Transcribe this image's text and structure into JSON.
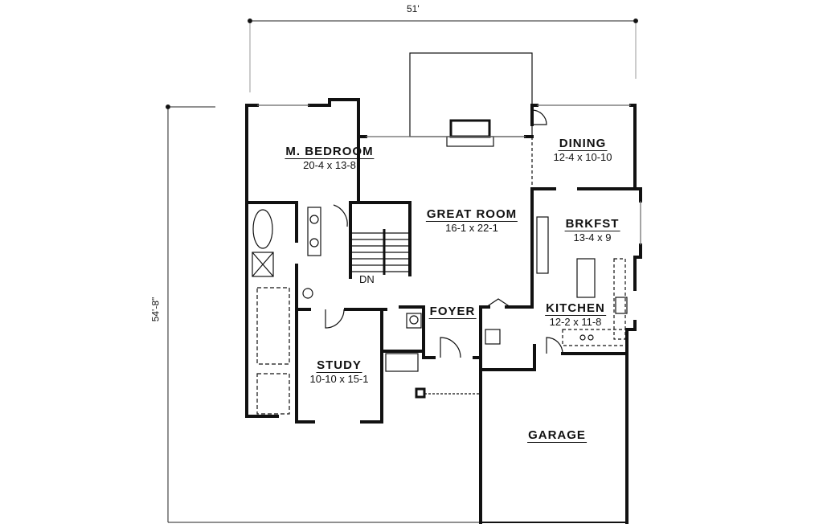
{
  "dimensions": {
    "overall_width": "51'",
    "overall_depth": "54'-8\""
  },
  "rooms": [
    {
      "name": "M. BEDROOM",
      "size": "20-4 x 13-8"
    },
    {
      "name": "GREAT ROOM",
      "size": "16-1 x 22-1"
    },
    {
      "name": "DINING",
      "size": "12-4 x 10-10"
    },
    {
      "name": "BRKFST",
      "size": "13-4 x 9"
    },
    {
      "name": "KITCHEN",
      "size": "12-2 x 11-8"
    },
    {
      "name": "STUDY",
      "size": "10-10 x 15-1"
    },
    {
      "name": "FOYER"
    },
    {
      "name": "GARAGE"
    }
  ],
  "stairs_label": "DN"
}
